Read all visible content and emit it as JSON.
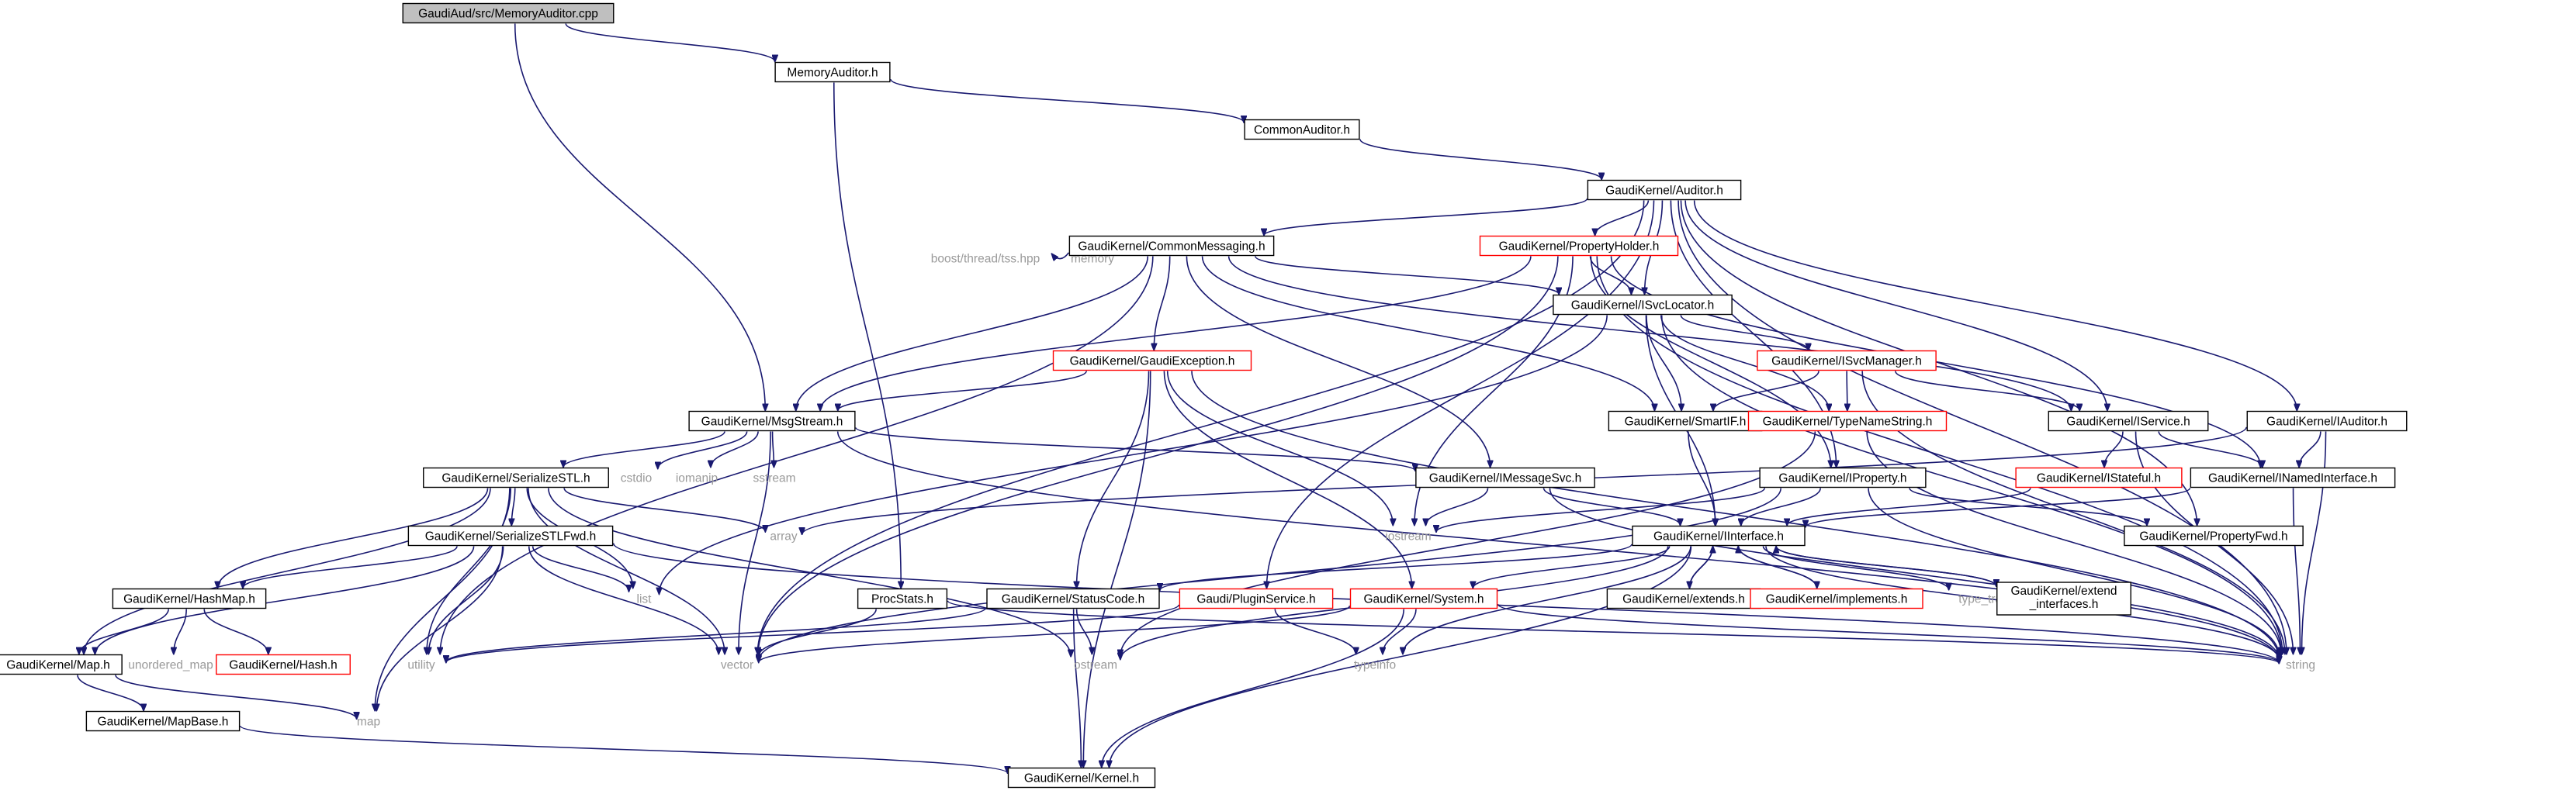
{
  "colors": {
    "edge": "#191970",
    "box_border": "#000000",
    "missing_border": "#ff0000",
    "root_fill": "#bfbfbf",
    "external_text": "#9a9a9a"
  },
  "nodes": [
    {
      "id": "n_root",
      "label": "GaudiAud/src/MemoryAuditor.cpp",
      "style": "root"
    },
    {
      "id": "n_memaud",
      "label": "MemoryAuditor.h",
      "style": "box"
    },
    {
      "id": "n_commonaud",
      "label": "CommonAuditor.h",
      "style": "box"
    },
    {
      "id": "n_auditor",
      "label": "GaudiKernel/Auditor.h",
      "style": "box"
    },
    {
      "id": "n_commsg",
      "label": "GaudiKernel/CommonMessaging.h",
      "style": "box"
    },
    {
      "id": "n_propholder",
      "label": "GaudiKernel/PropertyHolder.h",
      "style": "red"
    },
    {
      "id": "n_tss",
      "label": "boost/thread/tss.hpp",
      "style": "ext"
    },
    {
      "id": "n_memory",
      "label": "memory",
      "style": "ext"
    },
    {
      "id": "n_isvcloc",
      "label": "GaudiKernel/ISvcLocator.h",
      "style": "box"
    },
    {
      "id": "n_gexc",
      "label": "GaudiKernel/GaudiException.h",
      "style": "red"
    },
    {
      "id": "n_isvcmgr",
      "label": "GaudiKernel/ISvcManager.h",
      "style": "red"
    },
    {
      "id": "n_msgstream",
      "label": "GaudiKernel/MsgStream.h",
      "style": "box"
    },
    {
      "id": "n_smartif",
      "label": "GaudiKernel/SmartIF.h",
      "style": "box"
    },
    {
      "id": "n_typename",
      "label": "GaudiKernel/TypeNameString.h",
      "style": "red"
    },
    {
      "id": "n_iservice",
      "label": "GaudiKernel/IService.h",
      "style": "box"
    },
    {
      "id": "n_iauditor",
      "label": "GaudiKernel/IAuditor.h",
      "style": "box"
    },
    {
      "id": "n_serstl",
      "label": "GaudiKernel/SerializeSTL.h",
      "style": "box"
    },
    {
      "id": "n_cstdio",
      "label": "cstdio",
      "style": "ext"
    },
    {
      "id": "n_iomanip",
      "label": "iomanip",
      "style": "ext"
    },
    {
      "id": "n_sstream",
      "label": "sstream",
      "style": "ext"
    },
    {
      "id": "n_imsgsvc",
      "label": "GaudiKernel/IMessageSvc.h",
      "style": "box"
    },
    {
      "id": "n_iproperty",
      "label": "GaudiKernel/IProperty.h",
      "style": "box"
    },
    {
      "id": "n_istateful",
      "label": "GaudiKernel/IStateful.h",
      "style": "red"
    },
    {
      "id": "n_inamed",
      "label": "GaudiKernel/INamedInterface.h",
      "style": "box"
    },
    {
      "id": "n_array",
      "label": "array",
      "style": "ext"
    },
    {
      "id": "n_iostream",
      "label": "iostream",
      "style": "ext"
    },
    {
      "id": "n_serstlfwd",
      "label": "GaudiKernel/SerializeSTLFwd.h",
      "style": "box"
    },
    {
      "id": "n_iinterface",
      "label": "GaudiKernel/IInterface.h",
      "style": "box"
    },
    {
      "id": "n_propfwd",
      "label": "GaudiKernel/PropertyFwd.h",
      "style": "box"
    },
    {
      "id": "n_list",
      "label": "list",
      "style": "ext"
    },
    {
      "id": "n_hashmap",
      "label": "GaudiKernel/HashMap.h",
      "style": "box"
    },
    {
      "id": "n_procstats",
      "label": "ProcStats.h",
      "style": "box"
    },
    {
      "id": "n_statuscode",
      "label": "GaudiKernel/StatusCode.h",
      "style": "box"
    },
    {
      "id": "n_plugin",
      "label": "Gaudi/PluginService.h",
      "style": "red"
    },
    {
      "id": "n_system",
      "label": "GaudiKernel/System.h",
      "style": "red"
    },
    {
      "id": "n_extends",
      "label": "GaudiKernel/extends.h",
      "style": "box"
    },
    {
      "id": "n_implements",
      "label": "GaudiKernel/implements.h",
      "style": "red"
    },
    {
      "id": "n_typetraits",
      "label": "type_traits",
      "style": "ext"
    },
    {
      "id": "n_extiface",
      "label": "GaudiKernel/extend\n_interfaces.h",
      "style": "box"
    },
    {
      "id": "n_map_h",
      "label": "GaudiKernel/Map.h",
      "style": "box"
    },
    {
      "id": "n_umap",
      "label": "unordered_map",
      "style": "ext"
    },
    {
      "id": "n_hash",
      "label": "GaudiKernel/Hash.h",
      "style": "red"
    },
    {
      "id": "n_utility",
      "label": "utility",
      "style": "ext"
    },
    {
      "id": "n_vector",
      "label": "vector",
      "style": "ext"
    },
    {
      "id": "n_ostream",
      "label": "ostream",
      "style": "ext"
    },
    {
      "id": "n_typeinfo",
      "label": "typeinfo",
      "style": "ext"
    },
    {
      "id": "n_string",
      "label": "string",
      "style": "ext"
    },
    {
      "id": "n_mapbase",
      "label": "GaudiKernel/MapBase.h",
      "style": "box"
    },
    {
      "id": "n_map",
      "label": "map",
      "style": "ext"
    },
    {
      "id": "n_kernel",
      "label": "GaudiKernel/Kernel.h",
      "style": "box"
    }
  ],
  "edges": [
    [
      "n_root",
      "n_memaud"
    ],
    [
      "n_root",
      "n_msgstream"
    ],
    [
      "n_memaud",
      "n_commonaud"
    ],
    [
      "n_memaud",
      "n_procstats"
    ],
    [
      "n_commonaud",
      "n_auditor"
    ],
    [
      "n_auditor",
      "n_commsg"
    ],
    [
      "n_auditor",
      "n_propholder"
    ],
    [
      "n_auditor",
      "n_isvcloc"
    ],
    [
      "n_auditor",
      "n_iservice"
    ],
    [
      "n_auditor",
      "n_iauditor"
    ],
    [
      "n_auditor",
      "n_iproperty"
    ],
    [
      "n_auditor",
      "n_propfwd"
    ],
    [
      "n_auditor",
      "n_plugin"
    ],
    [
      "n_auditor",
      "n_vector"
    ],
    [
      "n_auditor",
      "n_string"
    ],
    [
      "n_commsg",
      "n_tss"
    ],
    [
      "n_commsg",
      "n_memory"
    ],
    [
      "n_commsg",
      "n_isvcloc"
    ],
    [
      "n_commsg",
      "n_gexc"
    ],
    [
      "n_commsg",
      "n_msgstream"
    ],
    [
      "n_commsg",
      "n_imsgsvc"
    ],
    [
      "n_commsg",
      "n_smartif"
    ],
    [
      "n_commsg",
      "n_iservice"
    ],
    [
      "n_commsg",
      "n_utility"
    ],
    [
      "n_propholder",
      "n_isvcloc"
    ],
    [
      "n_propholder",
      "n_msgstream"
    ],
    [
      "n_propholder",
      "n_iproperty"
    ],
    [
      "n_propholder",
      "n_inamed"
    ],
    [
      "n_propholder",
      "n_iostream"
    ],
    [
      "n_propholder",
      "n_vector"
    ],
    [
      "n_propholder",
      "n_string"
    ],
    [
      "n_isvcloc",
      "n_isvcmgr"
    ],
    [
      "n_isvcloc",
      "n_smartif"
    ],
    [
      "n_isvcloc",
      "n_typename"
    ],
    [
      "n_isvcloc",
      "n_iinterface"
    ],
    [
      "n_isvcloc",
      "n_list"
    ],
    [
      "n_isvcloc",
      "n_string"
    ],
    [
      "n_isvcmgr",
      "n_smartif"
    ],
    [
      "n_isvcmgr",
      "n_typename"
    ],
    [
      "n_isvcmgr",
      "n_iservice"
    ],
    [
      "n_isvcmgr",
      "n_string"
    ],
    [
      "n_gexc",
      "n_msgstream"
    ],
    [
      "n_gexc",
      "n_statuscode"
    ],
    [
      "n_gexc",
      "n_system"
    ],
    [
      "n_gexc",
      "n_kernel"
    ],
    [
      "n_gexc",
      "n_iostream"
    ],
    [
      "n_gexc",
      "n_string"
    ],
    [
      "n_msgstream",
      "n_serstl"
    ],
    [
      "n_msgstream",
      "n_cstdio"
    ],
    [
      "n_msgstream",
      "n_iomanip"
    ],
    [
      "n_msgstream",
      "n_sstream"
    ],
    [
      "n_msgstream",
      "n_imsgsvc"
    ],
    [
      "n_msgstream",
      "n_vector"
    ],
    [
      "n_msgstream",
      "n_string"
    ],
    [
      "n_smartif",
      "n_iinterface"
    ],
    [
      "n_typename",
      "n_ostream"
    ],
    [
      "n_typename",
      "n_string"
    ],
    [
      "n_iservice",
      "n_istateful"
    ],
    [
      "n_iservice",
      "n_inamed"
    ],
    [
      "n_iservice",
      "n_string"
    ],
    [
      "n_iauditor",
      "n_inamed"
    ],
    [
      "n_iauditor",
      "n_array"
    ],
    [
      "n_iauditor",
      "n_string"
    ],
    [
      "n_serstl",
      "n_serstlfwd"
    ],
    [
      "n_serstl",
      "n_hashmap"
    ],
    [
      "n_serstl",
      "n_map_h"
    ],
    [
      "n_serstl",
      "n_array"
    ],
    [
      "n_serstl",
      "n_list"
    ],
    [
      "n_serstl",
      "n_utility"
    ],
    [
      "n_serstl",
      "n_vector"
    ],
    [
      "n_serstl",
      "n_ostream"
    ],
    [
      "n_serstl",
      "n_map"
    ],
    [
      "n_imsgsvc",
      "n_iinterface"
    ],
    [
      "n_imsgsvc",
      "n_iostream"
    ],
    [
      "n_imsgsvc",
      "n_string"
    ],
    [
      "n_iproperty",
      "n_iinterface"
    ],
    [
      "n_iproperty",
      "n_propfwd"
    ],
    [
      "n_iproperty",
      "n_iostream"
    ],
    [
      "n_iproperty",
      "n_vector"
    ],
    [
      "n_iproperty",
      "n_string"
    ],
    [
      "n_istateful",
      "n_iinterface"
    ],
    [
      "n_inamed",
      "n_iinterface"
    ],
    [
      "n_inamed",
      "n_string"
    ],
    [
      "n_serstlfwd",
      "n_hashmap"
    ],
    [
      "n_serstlfwd",
      "n_map_h"
    ],
    [
      "n_serstlfwd",
      "n_list"
    ],
    [
      "n_serstlfwd",
      "n_utility"
    ],
    [
      "n_serstlfwd",
      "n_vector"
    ],
    [
      "n_serstlfwd",
      "n_map"
    ],
    [
      "n_serstlfwd",
      "n_string"
    ],
    [
      "n_iinterface",
      "n_statuscode"
    ],
    [
      "n_iinterface",
      "n_system"
    ],
    [
      "n_iinterface",
      "n_extends"
    ],
    [
      "n_iinterface",
      "n_implements"
    ],
    [
      "n_iinterface",
      "n_typetraits"
    ],
    [
      "n_iinterface",
      "n_extiface"
    ],
    [
      "n_iinterface",
      "n_kernel"
    ],
    [
      "n_iinterface",
      "n_ostream"
    ],
    [
      "n_iinterface",
      "n_typeinfo"
    ],
    [
      "n_iinterface",
      "n_string"
    ],
    [
      "n_extends",
      "n_iinterface"
    ],
    [
      "n_implements",
      "n_iinterface"
    ],
    [
      "n_extiface",
      "n_iinterface"
    ],
    [
      "n_hashmap",
      "n_map_h"
    ],
    [
      "n_hashmap",
      "n_umap"
    ],
    [
      "n_hashmap",
      "n_hash"
    ],
    [
      "n_procstats",
      "n_vector"
    ],
    [
      "n_procstats",
      "n_string"
    ],
    [
      "n_statuscode",
      "n_kernel"
    ],
    [
      "n_statuscode",
      "n_ostream"
    ],
    [
      "n_statuscode",
      "n_utility"
    ],
    [
      "n_plugin",
      "n_typeinfo"
    ],
    [
      "n_plugin",
      "n_utility"
    ],
    [
      "n_system",
      "n_kernel"
    ],
    [
      "n_system",
      "n_typeinfo"
    ],
    [
      "n_system",
      "n_vector"
    ],
    [
      "n_system",
      "n_string"
    ],
    [
      "n_map_h",
      "n_mapbase"
    ],
    [
      "n_map_h",
      "n_map"
    ],
    [
      "n_mapbase",
      "n_kernel"
    ]
  ]
}
